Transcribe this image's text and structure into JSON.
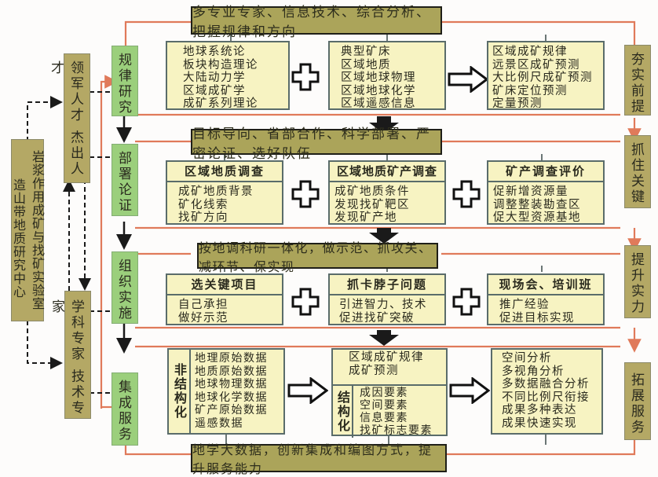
{
  "colors": {
    "olive": "#b4a865",
    "green": "#9bcf7c",
    "box": "#f7f3c2",
    "red_line": "#e07a5a",
    "banner": "#aba45a"
  },
  "left_center": {
    "col1": "造山带地质研究中心",
    "col2": "岩浆作用成矿与找矿实验室"
  },
  "talent": {
    "top": "领军人才 杰出人才",
    "bottom": "学科专家 技术专家"
  },
  "stages": [
    {
      "label": "规律研究",
      "right": "夯实前提"
    },
    {
      "label": "部署论证",
      "right": "抓住关键"
    },
    {
      "label": "组织实施",
      "right": "提升实力"
    },
    {
      "label": "集成服务",
      "right": "拓展服务"
    }
  ],
  "row1": {
    "banner": "多专业专家、信息技术、综合分析、把握规律和方向",
    "box1": [
      "地球系统论",
      "板块构造理论",
      "大陆动力学",
      "区域成矿学",
      "成矿系列理论"
    ],
    "box2": [
      "典型矿床",
      "区域地质",
      "区域地球物理",
      "区域地球化学",
      "区域遥感信息"
    ],
    "box3": [
      "区域成矿规律",
      "远景区成矿预测",
      "大比例尺成矿预测",
      "矿床定位预测",
      "定量预测"
    ]
  },
  "row2": {
    "banner": "目标导向、省部合作、科学部署、严密论证、选好队伍",
    "box1": {
      "title": "区域地质调查",
      "items": [
        "成矿地质背景",
        "矿化线索",
        "找矿方向"
      ]
    },
    "box2": {
      "title": "区域地质矿产调查",
      "items": [
        "成矿地质条件",
        "发现找矿靶区",
        "发现矿产地"
      ]
    },
    "box3": {
      "title": "矿产调查评价",
      "items": [
        "促新增资源量",
        "调整整装勘查区",
        "促大型资源基地"
      ]
    }
  },
  "row3": {
    "banner": "按地调科研一体化，做示范、抓攻关、减环节、保实现",
    "box1": {
      "title": "选关键项目",
      "items": [
        "自己承担",
        "做好示范"
      ]
    },
    "box2": {
      "title": "抓卡脖子问题",
      "items": [
        "引进智力、技术",
        "促进找矿突破"
      ]
    },
    "box3": {
      "title": "现场会、培训班",
      "items": [
        "推广经验",
        "促进目标实现"
      ]
    }
  },
  "row4": {
    "box1": {
      "side": "非结构化",
      "items": [
        "地理原始数据",
        "地质原始数据",
        "地球物理数据",
        "地球化学数据",
        "矿产原始数据",
        "遥感数据"
      ]
    },
    "box2": {
      "top": [
        "区域成矿规律",
        "成矿预测"
      ],
      "side": "结构化",
      "items": [
        "成因要素",
        "空间要素",
        "信息要素",
        "找矿标志要素"
      ]
    },
    "box3": [
      "空间分析",
      "多视角分析",
      "多数据融合分析",
      "不同比例尺衔接",
      "成果多种表达",
      "成果快速实现"
    ],
    "banner": "地学大数据，创新集成和编图方式，提升服务能力"
  }
}
